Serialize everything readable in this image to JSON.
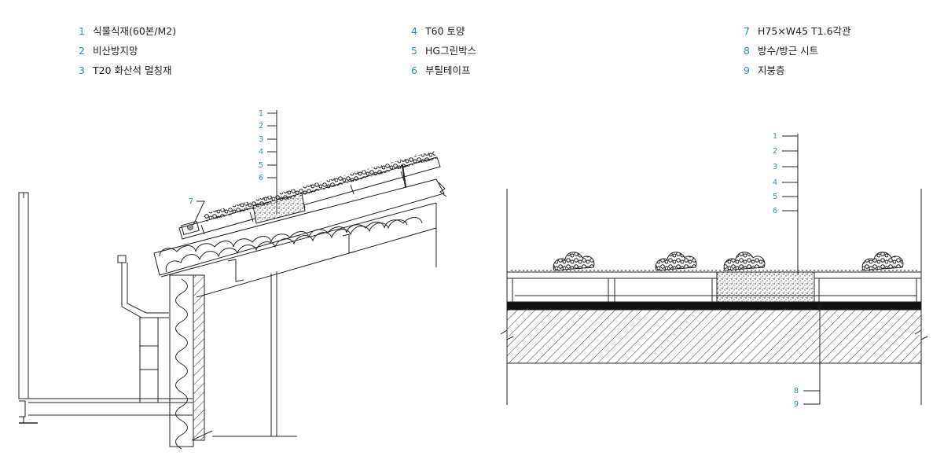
{
  "legend": {
    "col1": [
      {
        "num": "1",
        "text": "식물식재(60본/M2)"
      },
      {
        "num": "2",
        "text": "비산방지망"
      },
      {
        "num": "3",
        "text": "T20 화산석 멀칭재"
      }
    ],
    "col2": [
      {
        "num": "4",
        "text": "T60 토양"
      },
      {
        "num": "5",
        "text": "HG그린박스"
      },
      {
        "num": "6",
        "text": "부틸테이프"
      }
    ],
    "col3": [
      {
        "num": "7",
        "text": "H75×W45 T1.6각관"
      },
      {
        "num": "8",
        "text": "방수/방근 시트"
      },
      {
        "num": "9",
        "text": "지붕층"
      }
    ]
  },
  "left_callouts": [
    "1",
    "2",
    "3",
    "4",
    "5",
    "6",
    "7"
  ],
  "right_callouts": [
    "1",
    "2",
    "3",
    "4",
    "5",
    "6",
    "8",
    "9"
  ],
  "colors": {
    "accent": "#2a8fbd",
    "line": "#222222"
  }
}
